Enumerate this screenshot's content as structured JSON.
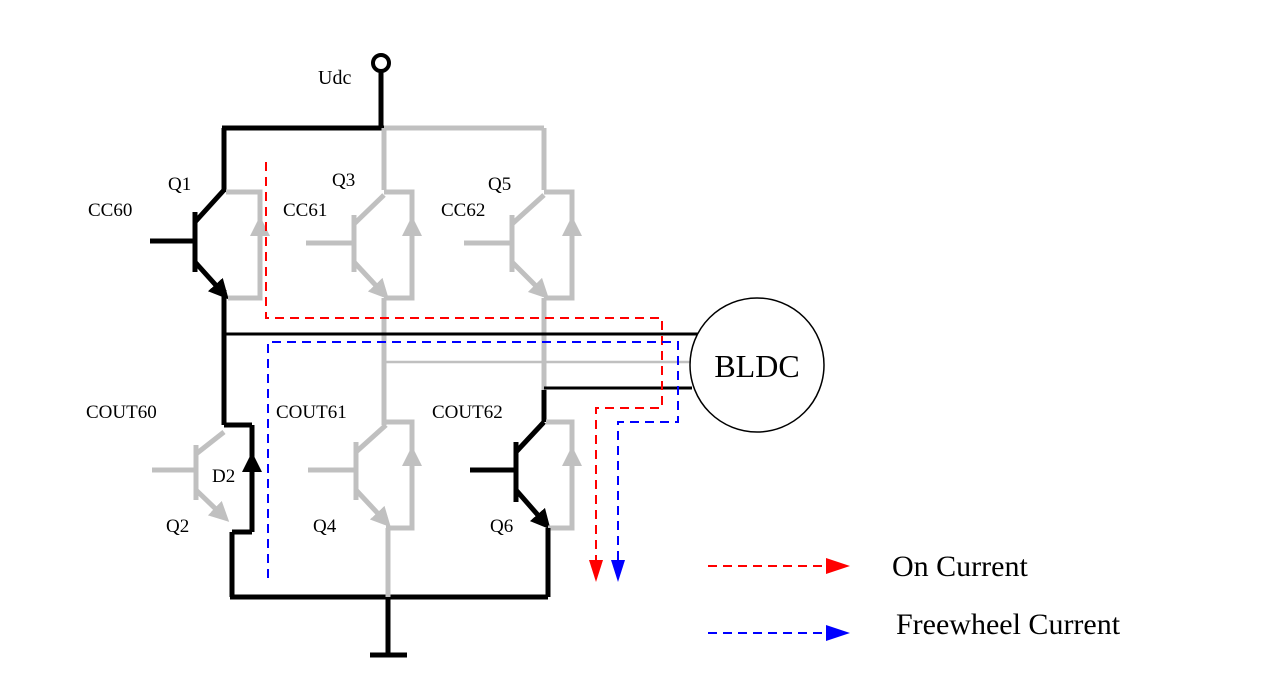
{
  "diagram": {
    "supply_label": "Udc",
    "motor_label": "BLDC",
    "transistors": [
      {
        "id": "q1",
        "name": "Q1",
        "signal": "CC60",
        "active": true
      },
      {
        "id": "q3",
        "name": "Q3",
        "signal": "CC61",
        "active": false
      },
      {
        "id": "q5",
        "name": "Q5",
        "signal": "CC62",
        "active": false
      },
      {
        "id": "q2",
        "name": "Q2",
        "signal": "COUT60",
        "active": false
      },
      {
        "id": "q4",
        "name": "Q4",
        "signal": "COUT61",
        "active": false
      },
      {
        "id": "q6",
        "name": "Q6",
        "signal": "COUT62",
        "active": true
      }
    ],
    "diode_label": "D2",
    "legend": [
      {
        "label": "On Current",
        "color": "#ff0000"
      },
      {
        "label": "Freewheel Current",
        "color": "#0000ff"
      }
    ],
    "colors": {
      "active": "#000000",
      "inactive": "#c0c0c0"
    }
  }
}
